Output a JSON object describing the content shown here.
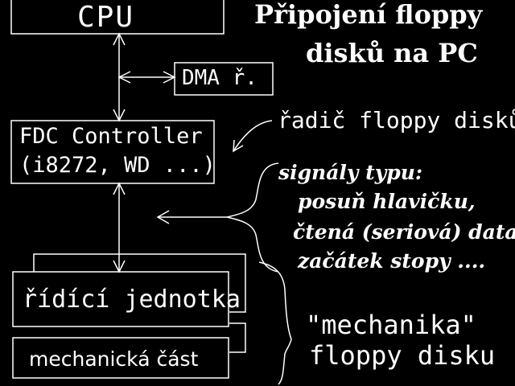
{
  "title": {
    "line1": "Připojení floppy",
    "line2": "disků na PC"
  },
  "blocks": {
    "cpu": "CPU",
    "dma": "DMA ř.",
    "fdc_line1": "FDC Controller",
    "fdc_line2": "(i8272, WD ...)",
    "control_unit": "řídící jednotka",
    "mechanical_part": "mechanická část"
  },
  "annotations": {
    "fdc_note": "řadič floppy disků",
    "signals": {
      "heading": "signály typu:",
      "items": [
        "posuň hlavičku,",
        "čtená (seriová) data",
        "začátek stopy ...."
      ]
    },
    "mechanics_line1": "\"mechanika\"",
    "mechanics_line2": "floppy disku"
  },
  "colors": {
    "background": "#000000",
    "foreground": "#ffffff"
  }
}
